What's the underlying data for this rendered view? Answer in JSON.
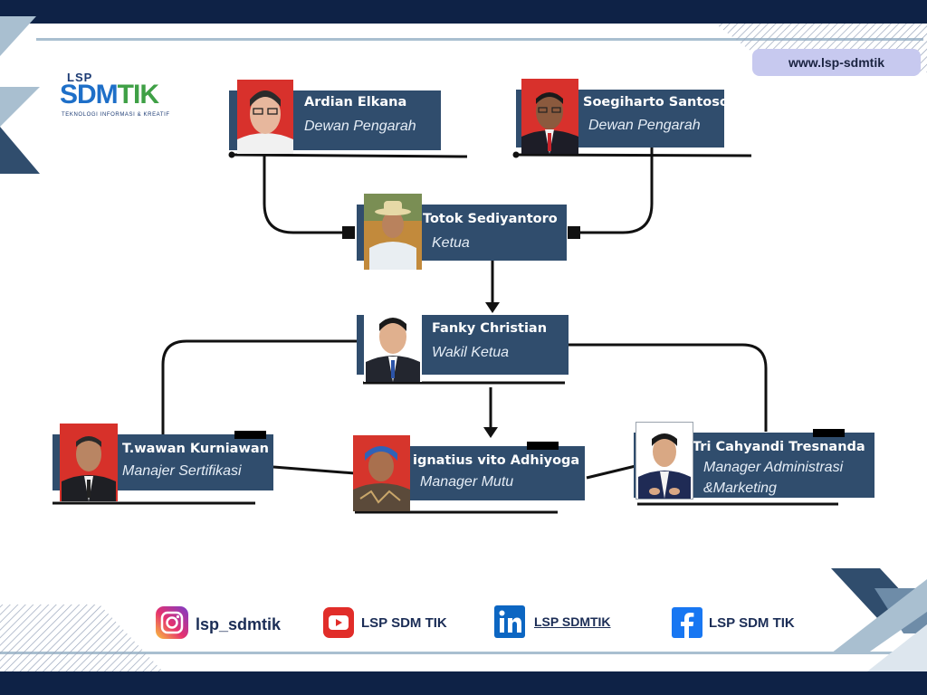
{
  "header": {
    "website": "www.lsp-sdmtik"
  },
  "logo": {
    "top": "LSP",
    "sdm": "SDM",
    "tik": "TIK",
    "tagline": "TEKNOLOGI INFORMASI & KREATIF"
  },
  "org": {
    "pengarah_1": {
      "name": "Ardian Elkana",
      "role": "Dewan Pengarah"
    },
    "pengarah_2": {
      "name": "Soegiharto Santoso",
      "role": "Dewan Pengarah"
    },
    "ketua": {
      "name": "Totok Sediyantoro",
      "role": "Ketua"
    },
    "wakil_ketua": {
      "name": "Fanky Christian",
      "role": "Wakil Ketua"
    },
    "manajer_sertifikasi": {
      "name": "T.wawan Kurniawan",
      "role": "Manajer Sertifikasi"
    },
    "manager_mutu": {
      "name": "ignatius vito Adhiyoga",
      "role": "Manager Mutu"
    },
    "manager_admin": {
      "name": "Tri Cahyandi Tresnanda",
      "role_line1": "Manager Administrasi",
      "role_line2": "&Marketing"
    }
  },
  "social": {
    "instagram": "lsp_sdmtik",
    "youtube": "LSP SDM TIK",
    "linkedin": "LSP SDMTIK",
    "facebook": "LSP SDM TIK"
  },
  "colors": {
    "card": "#304d6d",
    "navy": "#0e2246",
    "accent_light": "#a9bfd0",
    "pill": "#c7c9ef"
  }
}
